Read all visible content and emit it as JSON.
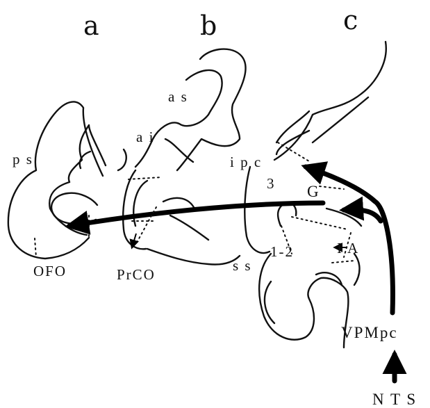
{
  "panels": {
    "a": "a",
    "b": "b",
    "c": "c"
  },
  "labels": {
    "ps": "p s",
    "ai": "a i",
    "as": "a s",
    "ipc": "i p c",
    "three": "3",
    "g": "G",
    "one_two": "1-2",
    "ia": "I A",
    "ss": "s s",
    "ofo": "OFO",
    "prco": "PrCO",
    "vpmpc": "VPMpc",
    "nts": "N T S"
  }
}
